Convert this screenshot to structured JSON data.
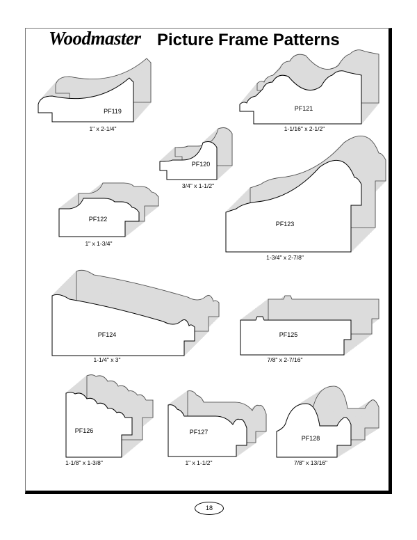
{
  "header": {
    "brand": "Woodmaster",
    "title": "Picture Frame Patterns"
  },
  "patterns": [
    {
      "id": "PF119",
      "size": "1\" x 2-1/4\""
    },
    {
      "id": "PF121",
      "size": "1-1/16\" x 2-1/2\""
    },
    {
      "id": "PF120",
      "size": "3/4\" x 1-1/2\""
    },
    {
      "id": "PF122",
      "size": "1\" x 1-3/4\""
    },
    {
      "id": "PF123",
      "size": "1-3/4\" x 2-7/8\""
    },
    {
      "id": "PF124",
      "size": "1-1/4\" x 3\""
    },
    {
      "id": "PF125",
      "size": "7/8\" x 2-7/16\""
    },
    {
      "id": "PF126",
      "size": "1-1/8\" x 1-3/8\""
    },
    {
      "id": "PF127",
      "size": "1\" x 1-1/2\""
    },
    {
      "id": "PF128",
      "size": "7/8\" x 13/16\""
    }
  ],
  "footer": {
    "page_number": "18"
  },
  "colors": {
    "face": "#ffffff",
    "surface": "#dcdcdc",
    "line": "#000000"
  }
}
